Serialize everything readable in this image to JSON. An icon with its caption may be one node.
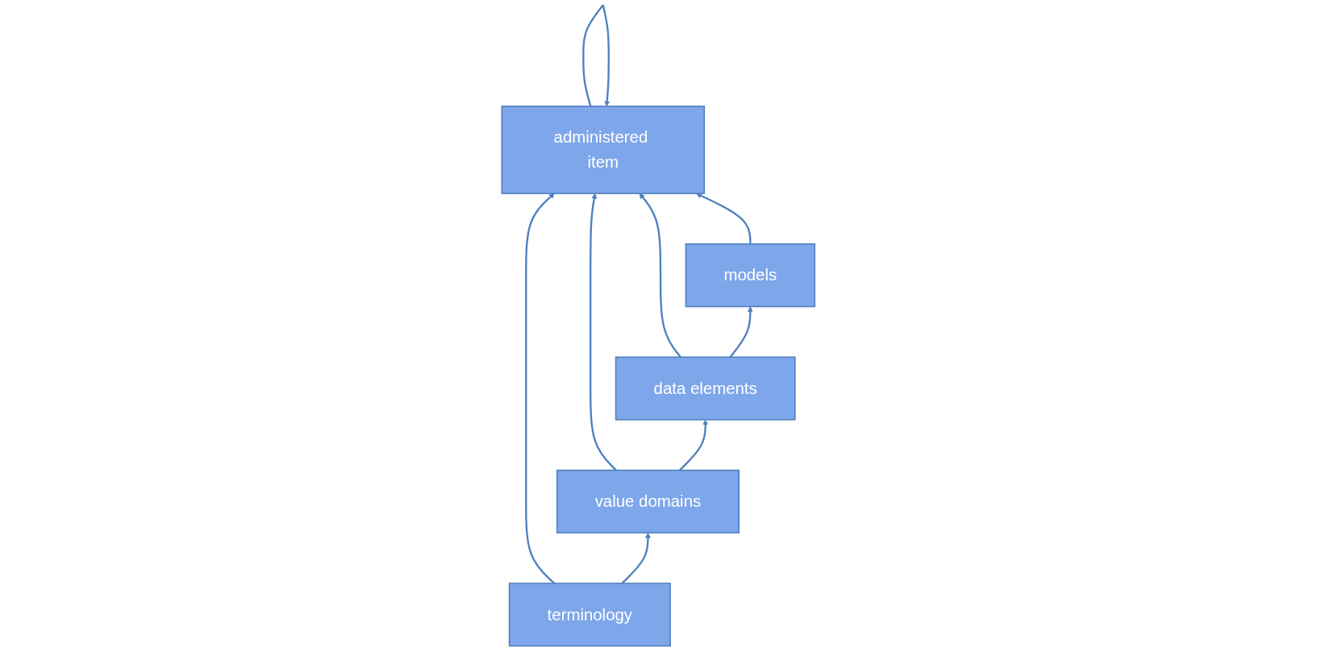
{
  "diagram": {
    "nodes": [
      {
        "text": [
          "administered item"
        ]
      },
      {
        "text": [
          "terminology"
        ]
      },
      {
        "text": [
          "value domains"
        ]
      },
      {
        "text": [
          "data elements"
        ]
      },
      {
        "text": [
          "models"
        ]
      }
    ],
    "edges": [
      {
        "from": 0,
        "to": 0,
        "arrow": "to"
      },
      {
        "from": 1,
        "to": 0,
        "arrow": "to"
      },
      {
        "from": 2,
        "to": 0,
        "arrow": "to"
      },
      {
        "from": 3,
        "to": 0,
        "arrow": "to"
      },
      {
        "from": 4,
        "to": 0,
        "arrow": "to"
      },
      {
        "from": 1,
        "to": 2,
        "arrow": "to"
      },
      {
        "from": 2,
        "to": 3,
        "arrow": "to"
      },
      {
        "from": 3,
        "to": 4,
        "arrow": "to"
      }
    ]
  }
}
